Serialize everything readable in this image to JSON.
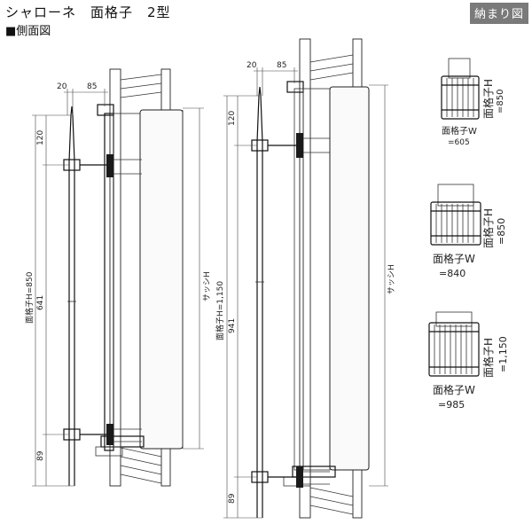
{
  "header": {
    "title": "シャローネ　面格子　2型",
    "subtitle": "■側面図",
    "badge": "納まり図"
  },
  "left_drawing": {
    "offset_a": "20",
    "offset_b": "85",
    "dim_top": "120",
    "dim_mid": "641",
    "dim_bottom": "89",
    "grille_height": "面格子H=850",
    "sash_height": "サッシH"
  },
  "right_drawing": {
    "offset_a": "20",
    "offset_b": "85",
    "dim_top": "120",
    "dim_mid": "941",
    "dim_bottom": "89",
    "grille_height": "面格子H=1,150",
    "sash_height": "サッシH"
  },
  "front_views": [
    {
      "h_label": "面格子H",
      "h_value": "=850",
      "w_label": "面格子W",
      "w_value": "=605"
    },
    {
      "h_label": "面格子H",
      "h_value": "=850",
      "w_label": "面格子W",
      "w_value": "=840"
    },
    {
      "h_label": "面格子H",
      "h_value": "=1,150",
      "w_label": "面格子W",
      "w_value": "=985"
    }
  ]
}
